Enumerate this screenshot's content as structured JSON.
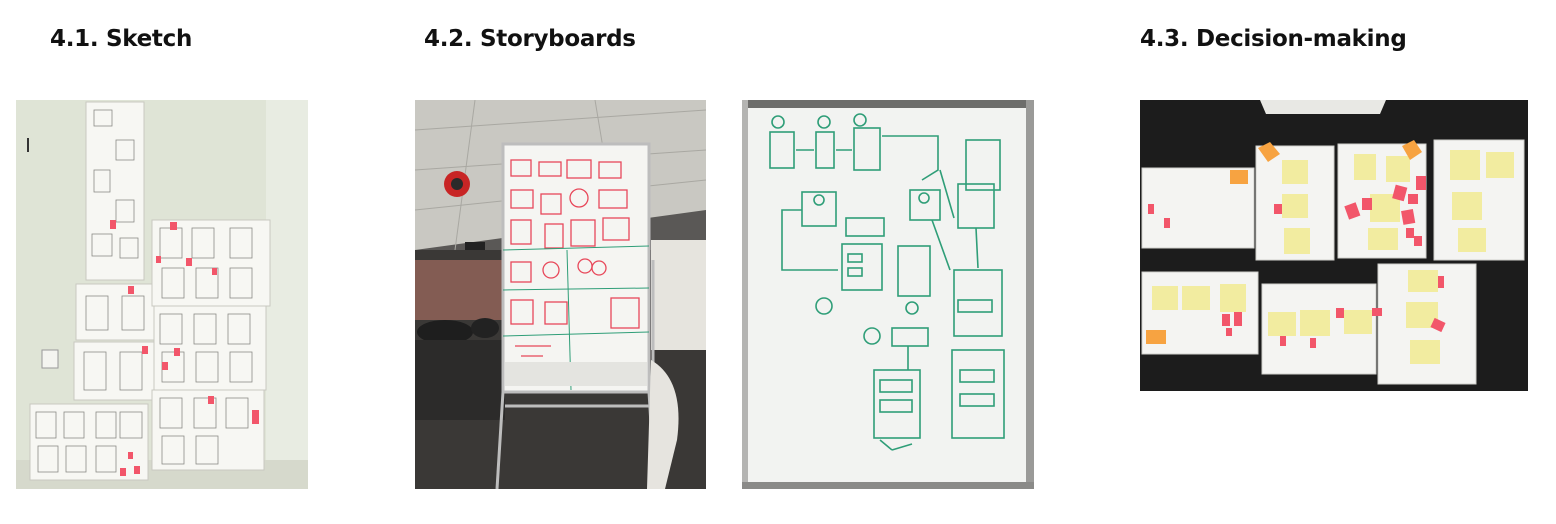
{
  "sections": [
    {
      "heading": "4.1. Sketch"
    },
    {
      "heading": "4.2. Storyboards"
    },
    {
      "heading": "4.3. Decision-making"
    }
  ],
  "photos": [
    {
      "subject": "sketches-on-wall"
    },
    {
      "subject": "whiteboard-red-storyboard"
    },
    {
      "subject": "whiteboard-green-storyboard"
    },
    {
      "subject": "table-with-sticky-notes"
    }
  ],
  "colors": {
    "ink_red": "#e8485a",
    "ink_green": "#2f9e78",
    "sticky_yellow": "#f2eca0",
    "sticky_orange": "#f7a341",
    "sticky_pink": "#f2566a",
    "table_black": "#1c1c1c"
  }
}
